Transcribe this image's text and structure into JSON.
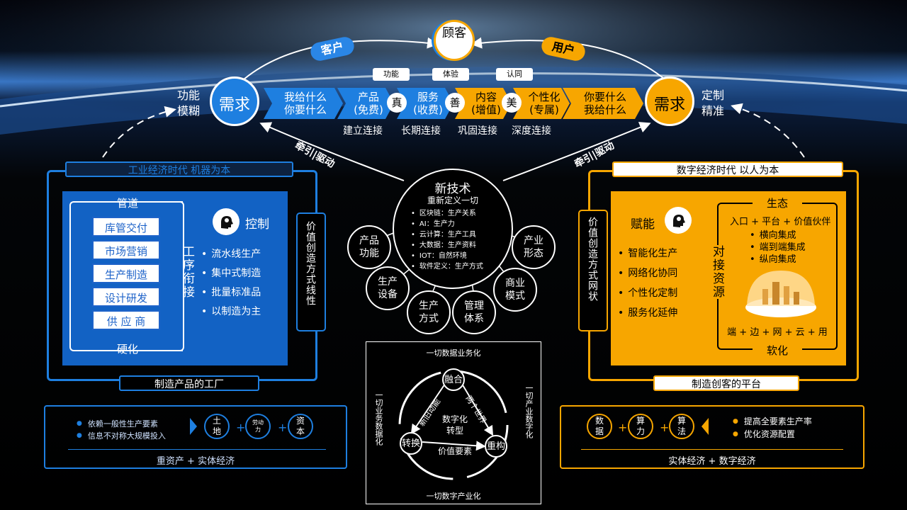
{
  "colors": {
    "blue": "#1e7fe0",
    "orange": "#f7a600",
    "background": "#000000"
  },
  "top": {
    "customer_center": "顾客",
    "left_tag": "客户",
    "right_tag": "用户",
    "left_demand": "需求",
    "right_demand": "需求",
    "left_side_label": "功能\n模糊",
    "right_side_label": "定制\n精准",
    "flow": [
      {
        "text": "我给什么\n你要什么"
      },
      {
        "text": "产品\n(免费)"
      },
      {
        "text": "服务\n(收费)"
      },
      {
        "text": "内容\n(增值)"
      },
      {
        "text": "个性化\n(专属)"
      },
      {
        "text": "你要什么\n我给什么"
      }
    ],
    "virtues": [
      "真",
      "善",
      "美"
    ],
    "pills": [
      "功能",
      "体验",
      "认同"
    ],
    "connections": [
      "建立连接",
      "长期连接",
      "巩固连接",
      "深度连接"
    ],
    "drive_left": "牵引|驱动",
    "drive_right": "牵引|驱动"
  },
  "center": {
    "title": "新技术",
    "subtitle": "重新定义一切",
    "items": [
      "区块链：生产关系",
      "AI：生产力",
      "云计算：生产工具",
      "大数据：生产资料",
      "IOT：自然环境",
      "软件定义：生产方式"
    ],
    "satellites": [
      "产品\n功能",
      "生产\n设备",
      "生产\n方式",
      "管理\n体系",
      "商业\n模式",
      "产业\n形态"
    ]
  },
  "left_panel": {
    "header": "工业经济时代  机器为本",
    "pipeline_top": "管道",
    "pipeline_bottom": "硬化",
    "flow_items": [
      "库管交付",
      "市场营销",
      "生产制造",
      "设计研发",
      "供 应 商"
    ],
    "process_label": "工序衔接",
    "control_label": "控制",
    "features": [
      "流水线生产",
      "集中式制造",
      "批量标准品",
      "以制造为主"
    ],
    "value_label": "价值创造方式线性",
    "footer": "制造产品的工厂",
    "econ_bullets": [
      "依赖一般性生产要素",
      "信息不对称大规模投入"
    ],
    "factors": [
      "土\n地",
      "劳动\n力",
      "资\n本"
    ],
    "econ_caption": "重资产 + 实体经济"
  },
  "right_panel": {
    "header": "数字经济时代  以人为本",
    "empower_label": "赋能",
    "features": [
      "智能化生产",
      "网络化协同",
      "个性化定制",
      "服务化延伸"
    ],
    "value_label": "价值创造方式网状",
    "ecology_title": "生态",
    "ecology_sub": "入口 + 平台 + 价值伙伴",
    "ecology_items": [
      "横向集成",
      "端到端集成",
      "纵向集成"
    ],
    "docking_label": "对接资源",
    "chain": "端 + 边 + 网 + 云 + 用",
    "softening": "软化",
    "footer": "制造创客的平台",
    "econ_bullets": [
      "提高全要素生产率",
      "优化资源配置"
    ],
    "factors": [
      "数\n据",
      "算\n力",
      "算\n法"
    ],
    "econ_caption": "实体经济 + 数字经济"
  },
  "bottom_center": {
    "top": "一切数据业务化",
    "bottom": "一切数字产业化",
    "left": "一切业务数据化",
    "right": "一切产业数字化",
    "node_top": "融合",
    "node_left": "转换",
    "node_right": "重构",
    "center": "数字化\n转型",
    "value": "价值要素",
    "edge_left": "新旧动能",
    "edge_right": "两个世界"
  }
}
